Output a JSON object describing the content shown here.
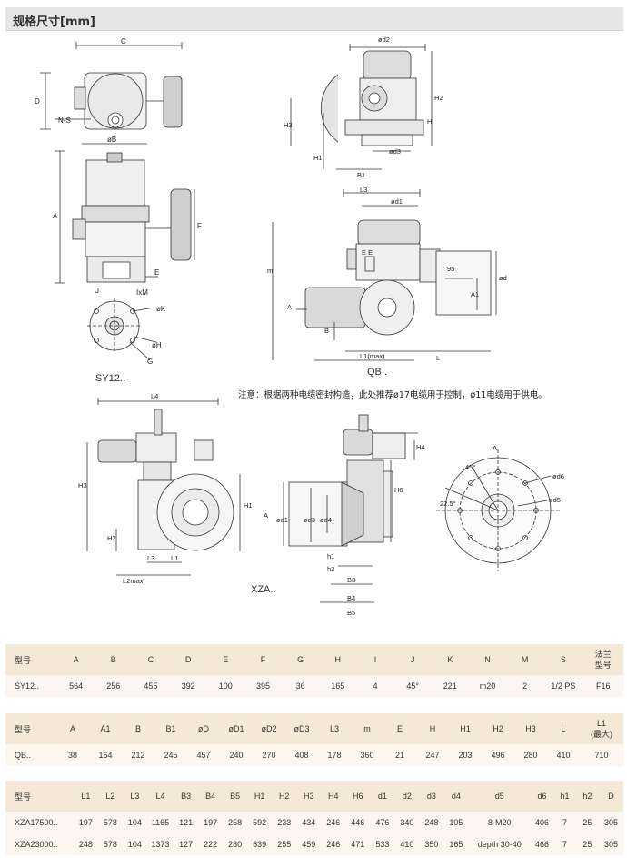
{
  "header": {
    "title": "规格尺寸[mm]"
  },
  "drawings": {
    "note": "注意：根据两种电缆密封构造，此处推荐ø17电缆用于控制，ø11电缆用于供电。",
    "captions": {
      "sy": "SY12..",
      "qb": "QB..",
      "xza": "XZA..",
      "a": "A"
    },
    "sy_labels": {
      "c": "C",
      "d": "D",
      "ns": "N-S",
      "b": "øB",
      "a": "A",
      "f": "F",
      "e": "E",
      "j": "J",
      "ixm": "IxM",
      "k": "øK",
      "h": "øH",
      "g": "G"
    },
    "qb_labels": {
      "d2": "ød2",
      "h2": "H2",
      "h3": "H3",
      "h": "H",
      "h1": "H1",
      "d3": "ød3",
      "b1": "B1",
      "l3": "L3",
      "d1": "ød1",
      "m": "m",
      "ee": "E E",
      "s95": "95",
      "d": "ød",
      "a1": "A1",
      "a": "A",
      "b": "B",
      "l1": "L1(max)",
      "l": "L"
    },
    "xza_labels": {
      "l4": "L4",
      "h3": "H3",
      "h1": "H1",
      "h2": "H2",
      "l3": "L3",
      "l1": "L1",
      "l2": "L2max",
      "a": "A",
      "h4": "H4",
      "h6": "H6",
      "d1": "ød1",
      "d3": "ød3",
      "d4": "ød4",
      "b3": "B3",
      "b4": "B4",
      "b5": "B5",
      "h1s": "h1",
      "h2s": "h2",
      "ang45": "45°",
      "ang225": "22.5°",
      "d6": "ød6",
      "d5": "ød5"
    }
  },
  "tables": [
    {
      "headers": [
        "型号",
        "A",
        "B",
        "C",
        "D",
        "E",
        "F",
        "G",
        "H",
        "I",
        "J",
        "K",
        "N",
        "M",
        "S",
        "法兰\n型号"
      ],
      "rows": [
        [
          "SY12..",
          "564",
          "256",
          "455",
          "392",
          "100",
          "395",
          "36",
          "165",
          "4",
          "45°",
          "221",
          "m20",
          "2",
          "1/2 PS",
          "F16"
        ]
      ]
    },
    {
      "headers": [
        "型号",
        "A",
        "A1",
        "B",
        "B1",
        "øD",
        "øD1",
        "øD2",
        "øD3",
        "L3",
        "m",
        "E",
        "H",
        "H1",
        "H2",
        "H3",
        "L",
        "L1\n(最大)"
      ],
      "rows": [
        [
          "QB..",
          "38",
          "164",
          "212",
          "245",
          "457",
          "240",
          "270",
          "408",
          "178",
          "360",
          "21",
          "247",
          "203",
          "496",
          "280",
          "410",
          "710"
        ]
      ]
    },
    {
      "headers": [
        "型号",
        "L1",
        "L2",
        "L3",
        "L4",
        "B3",
        "B4",
        "B5",
        "H1",
        "H2",
        "H3",
        "H4",
        "H6",
        "d1",
        "d2",
        "d3",
        "d4",
        "d5",
        "d6",
        "h1",
        "h2",
        "D"
      ],
      "rows": [
        [
          "XZA17500..",
          "197",
          "578",
          "104",
          "1165",
          "121",
          "197",
          "258",
          "592",
          "233",
          "434",
          "246",
          "446",
          "476",
          "340",
          "248",
          "105",
          "8-M20",
          "406",
          "7",
          "25",
          "305"
        ],
        [
          "XZA23000..",
          "248",
          "578",
          "104",
          "1373",
          "127",
          "222",
          "280",
          "639",
          "255",
          "459",
          "246",
          "471",
          "533",
          "410",
          "350",
          "165",
          "depth 30-40",
          "466",
          "7",
          "25",
          "305"
        ]
      ]
    }
  ]
}
